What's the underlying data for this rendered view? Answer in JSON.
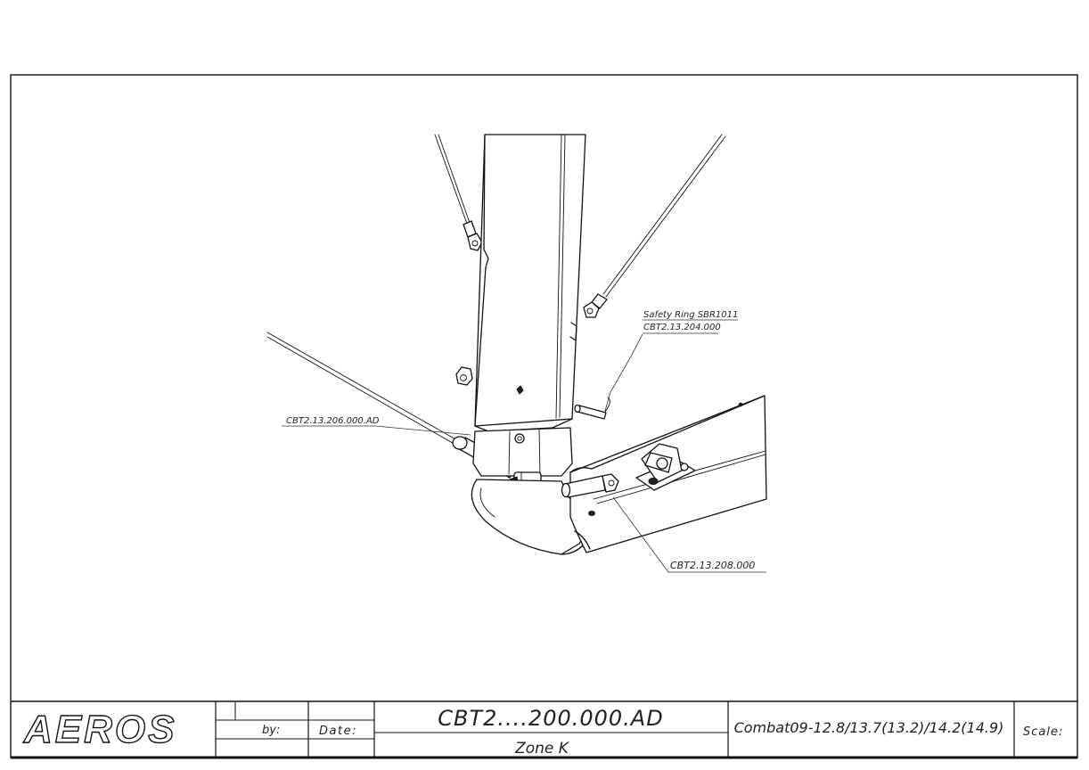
{
  "drawing": {
    "callouts": {
      "safety_ring_name": "Safety Ring SBR1011",
      "safety_ring_part": "CBT2.13.204.000",
      "left_part": "CBT2.13.206.000.AD",
      "right_part": "CBT2.13.208.000"
    }
  },
  "title_block": {
    "logo": "AEROS",
    "by_label": "by:",
    "date_label": "Date:",
    "drawing_number": "CBT2....200.000.AD",
    "zone": "Zone K",
    "model": "Combat09-12.8/13.7(13.2)/14.2(14.9)",
    "scale_label": "Scale:"
  }
}
